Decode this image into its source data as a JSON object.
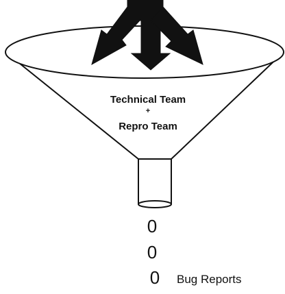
{
  "funnel": {
    "label_line1": "Technical Team",
    "label_plus": "+",
    "label_line2": "Repro Team"
  },
  "output": {
    "drop_glyph": "0",
    "drop_count": 3,
    "label": "Bug Reports"
  },
  "colors": {
    "ink": "#111111",
    "background": "#ffffff"
  },
  "icons": [
    "inflow-arrows-icon",
    "funnel-icon",
    "drop-icon"
  ]
}
